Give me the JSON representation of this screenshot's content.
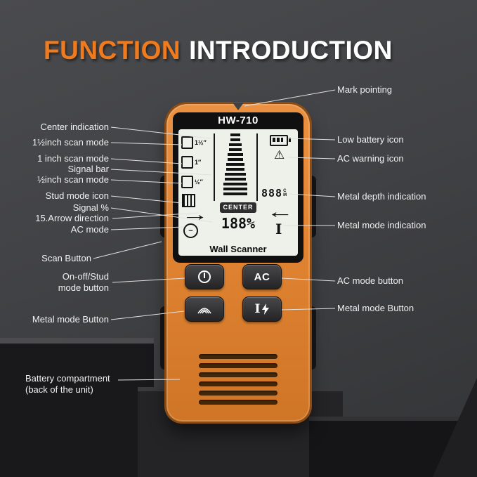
{
  "title": {
    "accent": "FUNCTION",
    "rest": "INTRODUCTION"
  },
  "colors": {
    "accent_orange": "#f07b1e",
    "device_orange": "#dd8130",
    "background_gray": "#414245",
    "screen_white": "#eef1ea",
    "button_dark": "#2e2e30"
  },
  "device": {
    "model": "HW-710",
    "product_name": "Wall Scanner",
    "display": {
      "scan_modes": [
        "1½″",
        "1″",
        "½″"
      ],
      "center_label": "CENTER",
      "signal_percent": "188%",
      "metal_depth": "888",
      "metal_depth_unit_top": "C",
      "metal_depth_unit_bottom": "M"
    },
    "buttons": {
      "ac": "AC"
    }
  },
  "icons": {
    "arrow_right": "→",
    "arrow_left": "←",
    "ac_wave": "~",
    "ac_warning": "⚠",
    "metal_beam": "I"
  },
  "labels_left": [
    {
      "text": "Center indication"
    },
    {
      "text": "1½inch scan mode"
    },
    {
      "text": "1 inch scan mode"
    },
    {
      "text": "Signal bar"
    },
    {
      "text": "½inch scan mode"
    },
    {
      "text": "Stud mode icon"
    },
    {
      "text": "Signal %"
    },
    {
      "text": "15.Arrow direction"
    },
    {
      "text": "AC mode"
    },
    {
      "text": "Scan Button"
    },
    {
      "text": "On-off/Stud mode button"
    },
    {
      "text": "Metal mode Button"
    },
    {
      "text": "Battery compartment (back of the unit)"
    }
  ],
  "labels_right": [
    {
      "text": "Mark pointing"
    },
    {
      "text": "Low battery icon"
    },
    {
      "text": "AC warning icon"
    },
    {
      "text": "Metal depth indication"
    },
    {
      "text": "Metal mode indication"
    },
    {
      "text": "AC mode button"
    },
    {
      "text": "Metal mode Button"
    }
  ]
}
